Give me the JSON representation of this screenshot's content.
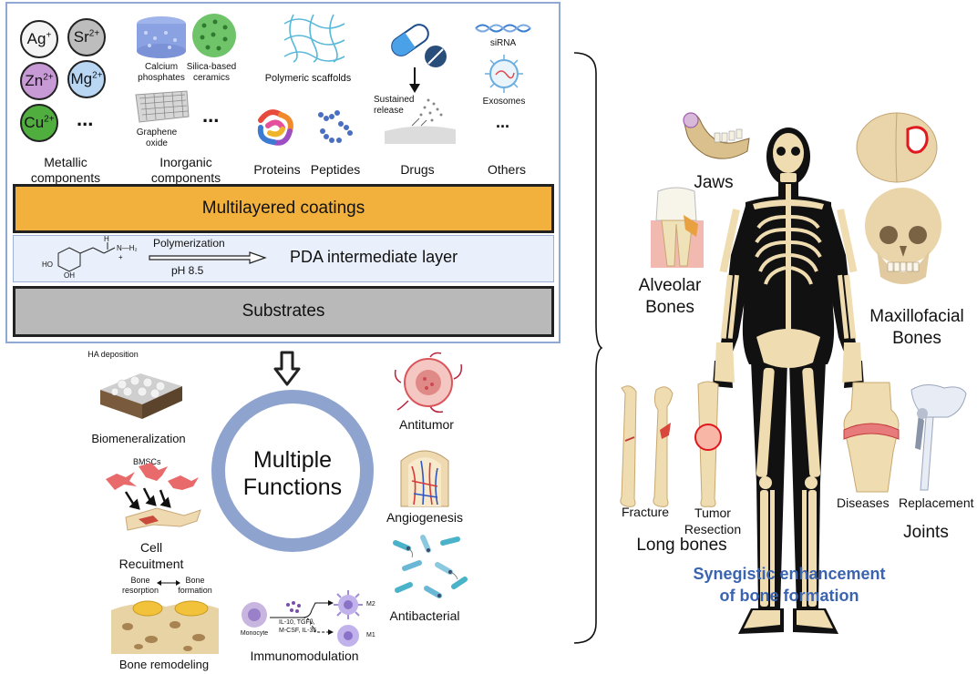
{
  "coatings": {
    "ions": [
      "Ag+",
      "Sr2+",
      "Zn2+",
      "Mg2+",
      "Cu2+"
    ],
    "ions_etc": "...",
    "metallic_label": "Metallic components",
    "calcium": "Calcium phosphates",
    "silica": "Silica-based ceramics",
    "graphene": "Graphene oxide",
    "inorganic_etc": "...",
    "inorganic_label": "Inorganic components",
    "polymeric": "Polymeric scaffolds",
    "proteins": "Proteins",
    "peptides": "Peptides",
    "sustained": "Sustained release",
    "drugs": "Drugs",
    "sirna": "siRNA",
    "exosomes": "Exosomes",
    "others_etc": "...",
    "others": "Others"
  },
  "layers": {
    "multilayer": "Multilayered coatings",
    "polymerization": "Polymerization",
    "ph": "pH 8.5",
    "pda": "PDA intermediate layer",
    "substrates": "Substrates",
    "dopamine_h": "H",
    "dopamine_nh2": "N—H₂",
    "dopamine_plus": "+",
    "dopamine_ho": "HO",
    "dopamine_oh": "OH"
  },
  "functions": {
    "center": "Multiple Functions",
    "ha": "HA deposition",
    "biomineral": "Biomeneralization",
    "bmscs": "BMSCs",
    "cell": "Cell Recuitment",
    "bone_resorption": "Bone resorption",
    "bone_formation": "Bone formation",
    "remodeling": "Bone remodeling",
    "monocyte": "Monocyte",
    "cytokines_1": "IL-10, TGFβ,",
    "cytokines_2": "M-CSF, IL-35",
    "m2": "M2",
    "m1": "M1",
    "immuno": "Immunomodulation",
    "antitumor": "Antitumor",
    "angio": "Angiogenesis",
    "antibacterial": "Antibacterial"
  },
  "bones": {
    "jaws": "Jaws",
    "alveolar": "Alveolar Bones",
    "maxillofacial": "Maxillofacial Bones",
    "fracture": "Fracture",
    "tumor": "Tumor Resection",
    "long": "Long bones",
    "diseases": "Diseases",
    "replacement": "Replacement",
    "joints": "Joints",
    "synergy_1": "Synegistic enhancement",
    "synergy_2": "of bone formation"
  },
  "colors": {
    "panel_border": "#8fa9d4",
    "coating_fill": "#f2b13c",
    "pda_fill": "#e9f0fb",
    "substrate_fill": "#b9b9b9",
    "ring": "#8fa3cf",
    "accent_blue": "#3a63b0",
    "bone": "#efdcb0"
  }
}
